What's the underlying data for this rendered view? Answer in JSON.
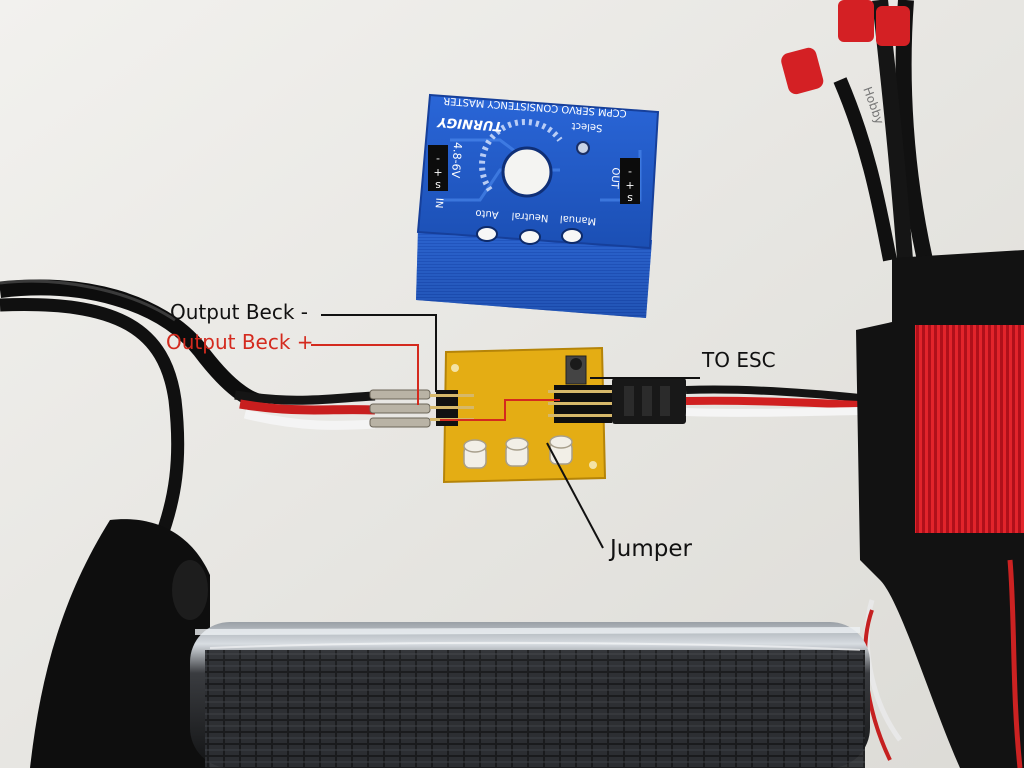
{
  "photo": {
    "description_tags": [
      "servo-tester",
      "pcb-adapter",
      "esc",
      "battery-pack",
      "cables"
    ]
  },
  "device": {
    "brand": "TURNIGY",
    "model_label": "CCPM SERVO CONSISTENCY MASTER",
    "select_label": "Select",
    "voltage_label": "4.8-6V",
    "in_label": "IN",
    "out_label": "OUT",
    "button_labels": [
      "Auto",
      "Neutral",
      "Manual"
    ],
    "pin_symbols": [
      "-",
      "+",
      "s"
    ]
  },
  "esc_wire_print": "Hobby",
  "annotations": {
    "output_beck_minus": "Output Beck -",
    "output_beck_plus": "Output Beck +",
    "to_esc": "TO ESC",
    "jumper": "Jumper"
  },
  "colors": {
    "annotation_black": "#111111",
    "annotation_red": "#d42a1e",
    "tester_blue": "#1f5fd0",
    "pcb_yellow": "#e7b216",
    "esc_red": "#c81418"
  }
}
